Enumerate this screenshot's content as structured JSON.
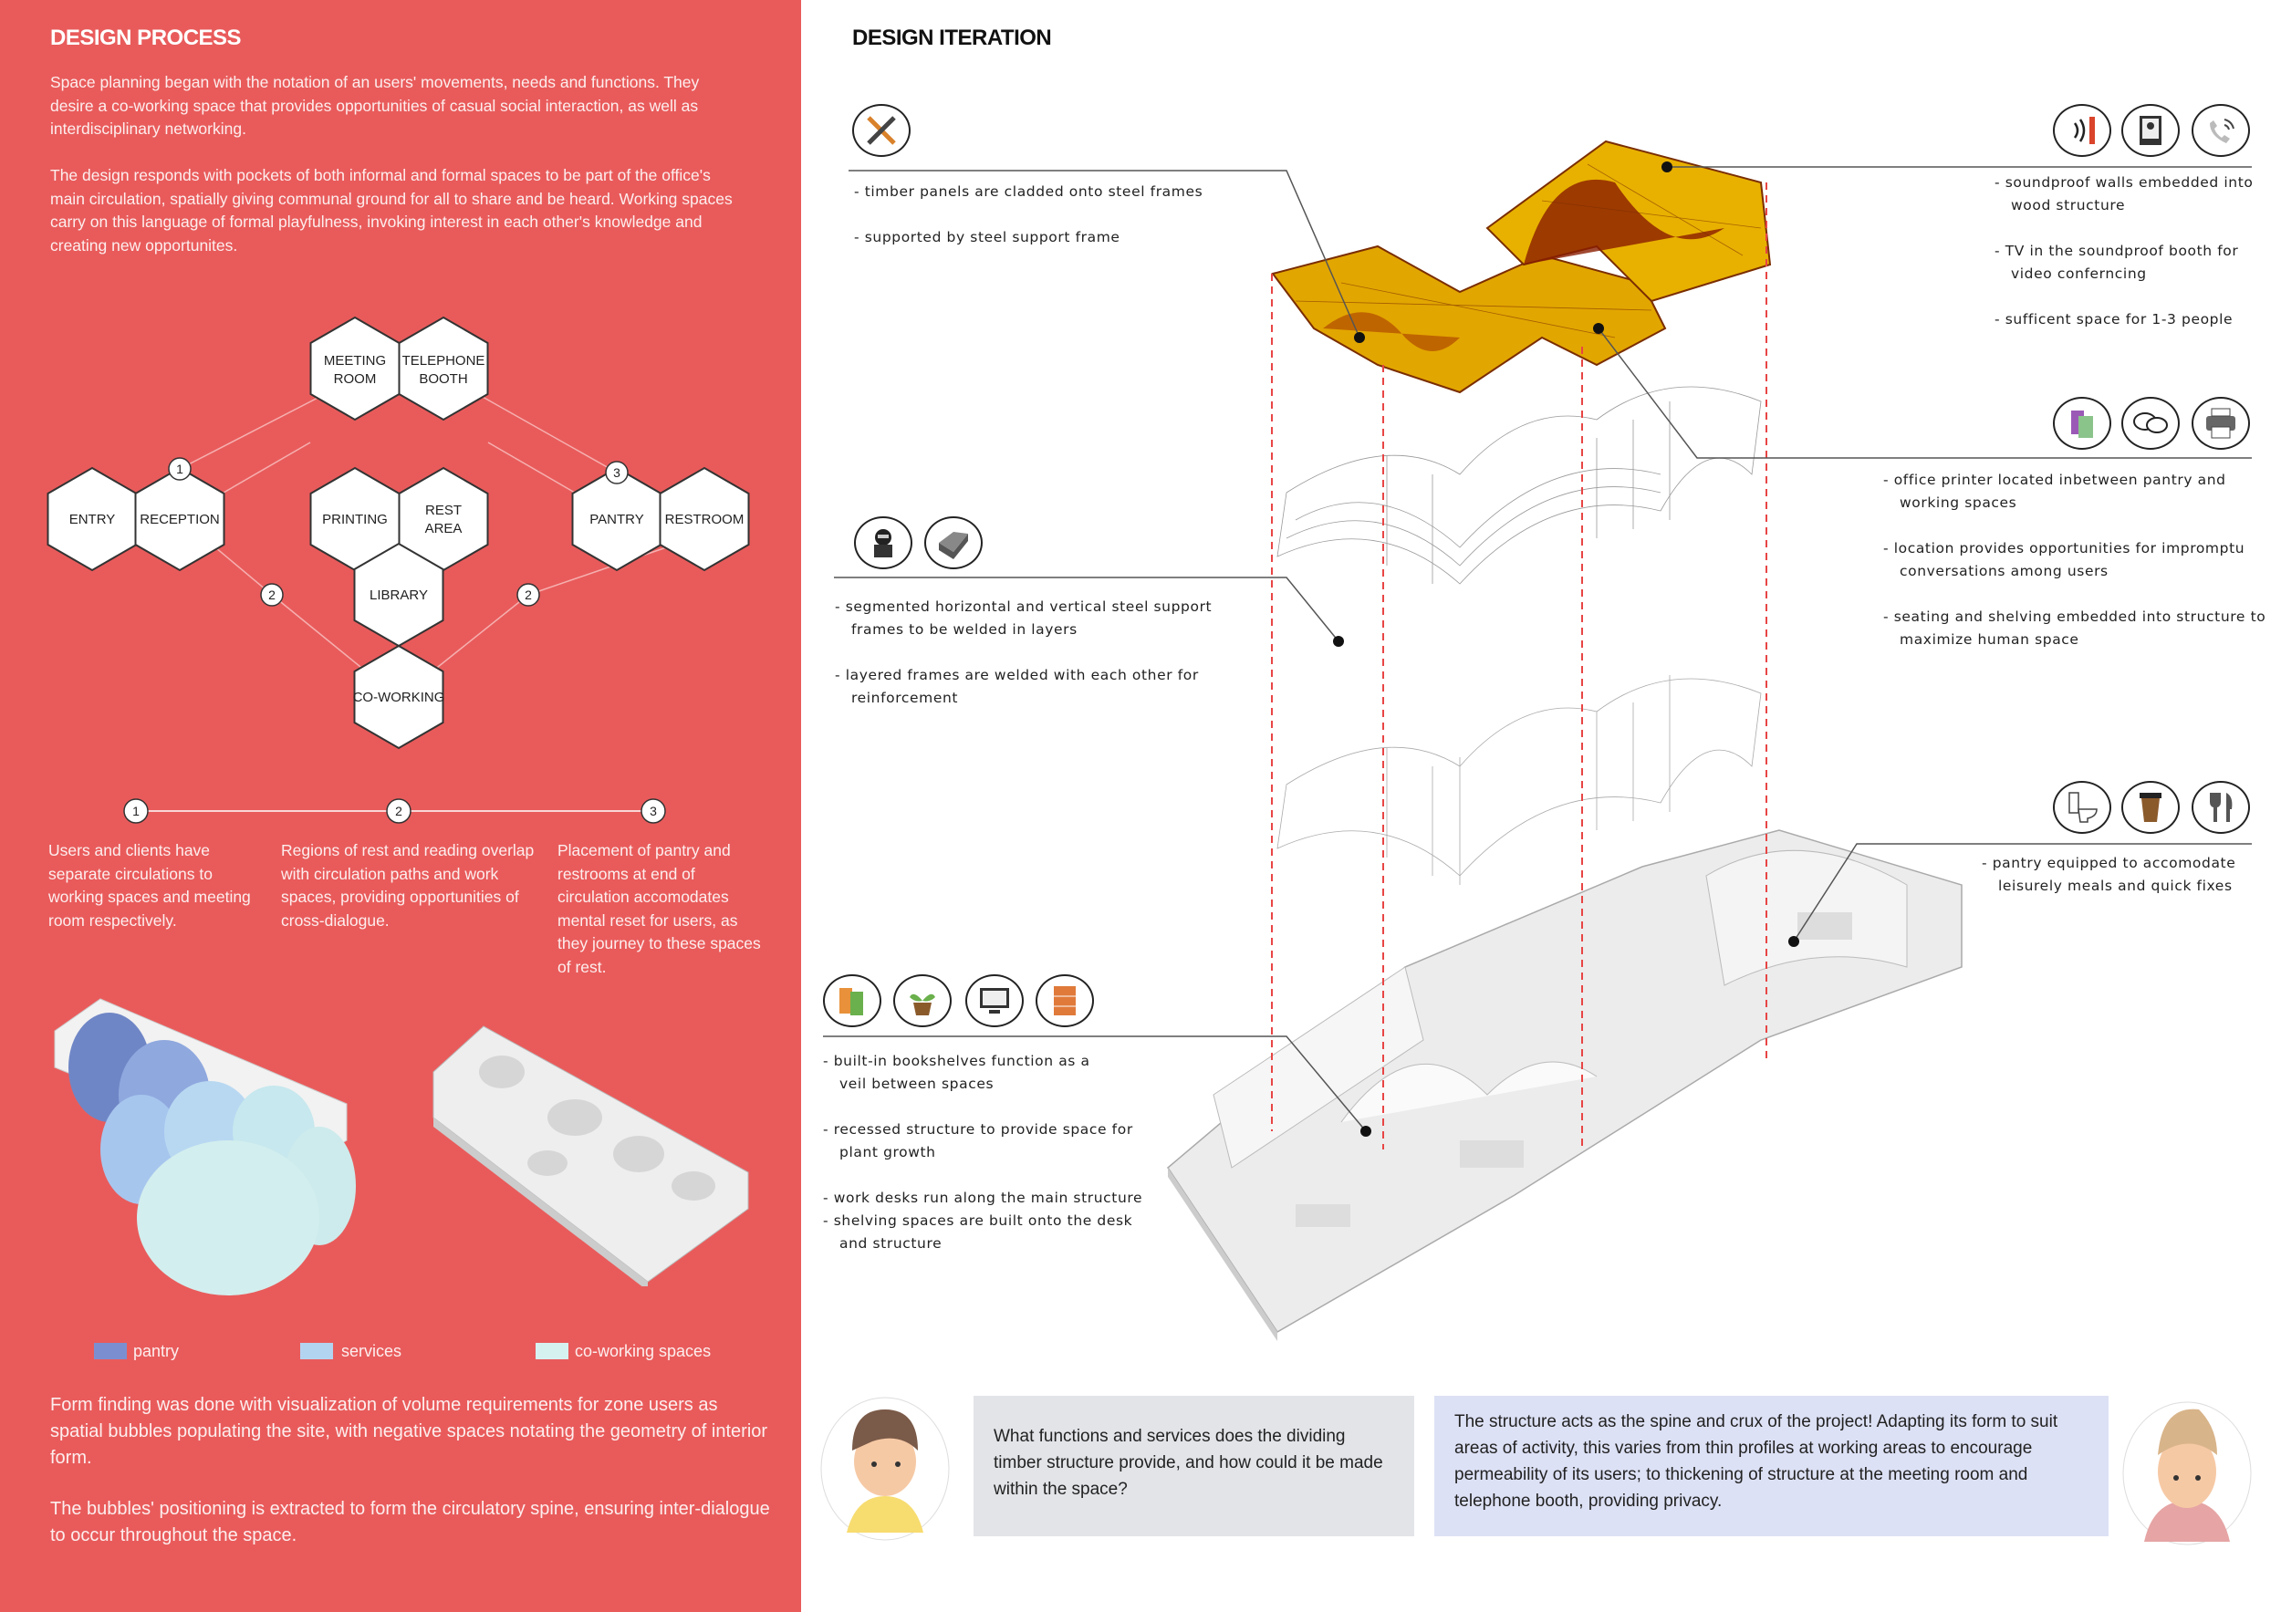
{
  "colors": {
    "panel": "#e95b5b",
    "pantry": "#7b8fd0",
    "services": "#b3d4f0",
    "coworking": "#d6f2f0",
    "timber": "#e0a800",
    "dash": "#e84545"
  },
  "process": {
    "title": "DESIGN PROCESS",
    "para1": "Space planning began with the notation of an users' movements, needs and functions. They desire a co-working space that provides opportunities of casual social interaction, as well as interdisciplinary networking.",
    "para2": "The design responds with pockets of both informal and formal spaces to be part of the office's main circulation, spatially giving communal ground for all to share and be heard. Working spaces carry on this language of formal playfulness, invoking interest in each other's knowledge and creating new opportunites.",
    "hexes": {
      "meeting1": "MEETING",
      "meeting2": "ROOM",
      "telephone1": "TELEPHONE",
      "telephone2": "BOOTH",
      "entry": "ENTRY",
      "reception": "RECEPTION",
      "printing": "PRINTING",
      "rest1": "REST",
      "rest2": "AREA",
      "library": "LIBRARY",
      "pantry": "PANTRY",
      "restroom": "RESTROOM",
      "coworking": "CO-WORKING"
    },
    "markers": [
      "1",
      "2",
      "3",
      "2"
    ],
    "steps": [
      {
        "num": "1",
        "text": "Users and clients have separate circulations to working spaces and meeting room respectively."
      },
      {
        "num": "2",
        "text": "Regions of rest and reading overlap with circulation paths and work spaces, providing opportunities of cross-dialogue."
      },
      {
        "num": "3",
        "text": "Placement of pantry and restrooms at end of circulation accomodates mental reset for users, as they journey to these spaces of rest."
      }
    ],
    "legend": [
      "pantry",
      "services",
      "co-working spaces"
    ],
    "para3": "Form finding was done with visualization of volume requirements for zone users as spatial bubbles populating the site, with negative spaces notating the geometry of interior form.",
    "para4": "The bubbles' positioning is extracted to form the circulatory spine, ensuring inter-dialogue to occur throughout the space."
  },
  "iteration": {
    "title": "DESIGN ITERATION",
    "notes_tl": [
      "- timber panels are cladded onto steel frames",
      "- supported by steel support frame"
    ],
    "notes_tr": [
      "- soundproof walls embedded into wood structure",
      "- TV in the soundproof booth for video conferncing",
      "- sufficent space for 1-3 people"
    ],
    "notes_mr": [
      "- office printer located inbetween pantry and working spaces",
      "- location provides opportunities for impromptu conversations among users",
      "- seating and shelving embedded into structure to maximize human space"
    ],
    "notes_ml": [
      "- segmented horizontal and vertical steel support frames to be welded in layers",
      "- layered frames are welded with each other for reinforcement"
    ],
    "notes_br": [
      "- pantry equipped to accomodate leisurely meals and quick fixes"
    ],
    "notes_bl": [
      "- built-in bookshelves function as a veil between spaces",
      "- recessed structure to provide space for plant growth",
      "- work desks run along the main structure",
      "- shelving spaces are built onto the desk and structure"
    ],
    "icons": [
      "tools-icon",
      "soundproof-icon",
      "video-call-icon",
      "phone-icon",
      "books-icon",
      "chat-icon",
      "printer-icon",
      "welder-icon",
      "steel-frame-icon",
      "toilet-icon",
      "coffee-icon",
      "cutlery-icon",
      "bookshelf-icon",
      "plant-icon",
      "monitor-icon",
      "cabinet-icon"
    ]
  },
  "dialogue": {
    "question": "What functions and services does the dividing timber structure provide, and how could it be made within the space?",
    "answer": "The structure acts as the spine and crux of the project! Adapting its form to suit areas of activity, this varies from thin profiles at working areas to encourage permeability of its users; to thickening of structure at the meeting room and telephone booth, providing privacy."
  }
}
